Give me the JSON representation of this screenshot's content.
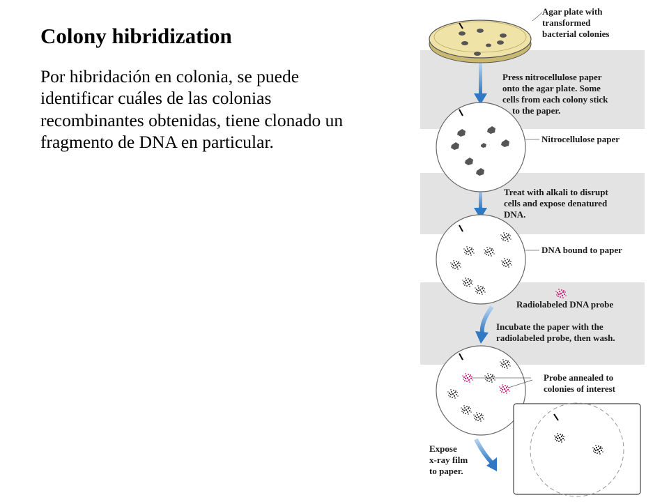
{
  "title": "Colony hibridization",
  "body": "Por hibridación en colonia, se puede identificar cuáles de las colonias recombinantes obtenidas, tiene clonado un fragmento de DNA en particular.",
  "labels": {
    "agar_1": "Agar plate with",
    "agar_2": "transformed",
    "agar_3": "bacterial colonies",
    "press_1": "Press nitrocellulose paper",
    "press_2": "onto the agar plate. Some",
    "press_3": "cells from each colony stick",
    "press_4": "to the paper.",
    "nitro": "Nitrocellulose paper",
    "alkali_1": "Treat with alkali to disrupt",
    "alkali_2": "cells and expose denatured",
    "alkali_3": "DNA.",
    "bound": "DNA bound to paper",
    "probe": "Radiolabeled DNA probe",
    "incubate_1": "Incubate the paper with the",
    "incubate_2": "radiolabeled probe, then wash.",
    "annealed_1": "Probe annealed to",
    "annealed_2": "colonies of interest",
    "expose_1": "Expose",
    "expose_2": "x-ray film",
    "expose_3": "to paper."
  },
  "colors": {
    "agar_fill": "#efe3a8",
    "band_gray": "#e3e3e3",
    "arrow_blue": "#2f78c4",
    "probe_pink": "#d6217c",
    "colony_dark": "#444444"
  }
}
